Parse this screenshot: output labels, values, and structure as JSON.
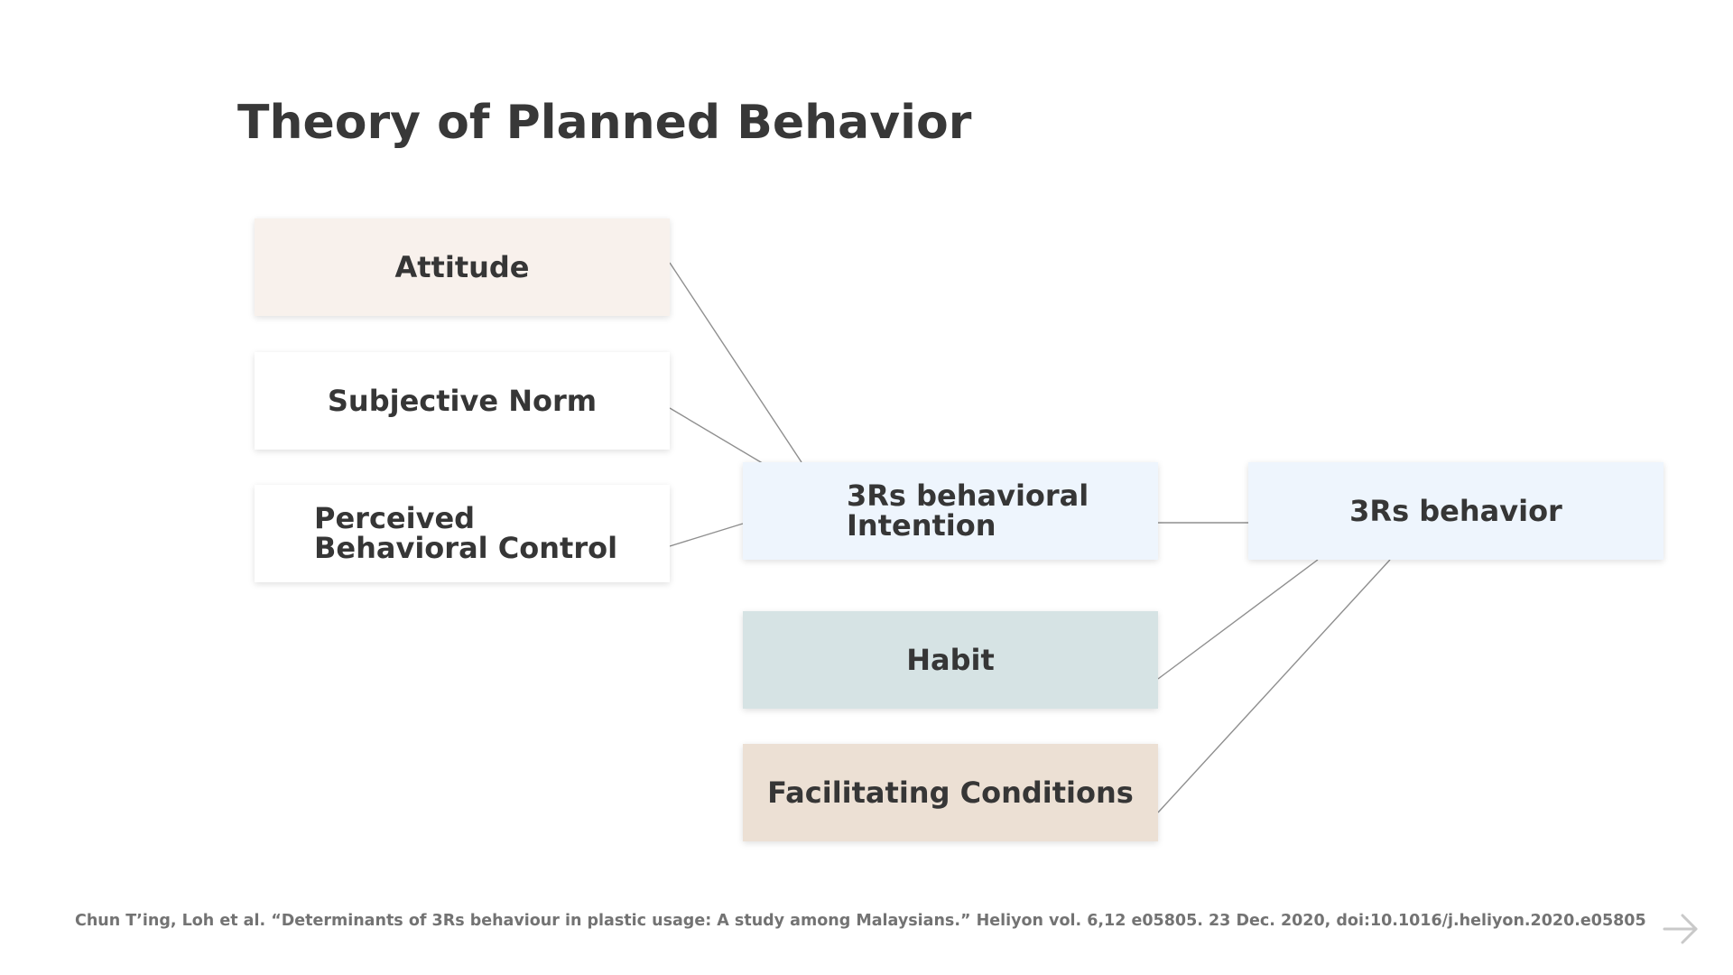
{
  "slide": {
    "title": "Theory of Planned Behavior",
    "citation": "Chun T’ing, Loh et al. “Determinants of 3Rs behaviour in plastic usage: A study among Malaysians.” Heliyon vol. 6,12 e05805. 23 Dec. 2020, doi:10.1016/j.heliyon.2020.e05805"
  },
  "diagram": {
    "nodes": {
      "attitude": "Attitude",
      "subjective_norm": "Subjective Norm",
      "perceived_behavioral_control": "Perceived Behavioral Control",
      "intention": "3Rs behavioral Intention",
      "behavior": "3Rs behavior",
      "habit": "Habit",
      "facilitating_conditions": "Facilitating Conditions"
    },
    "edges": [
      {
        "from": "attitude",
        "to": "intention"
      },
      {
        "from": "subjective_norm",
        "to": "intention"
      },
      {
        "from": "perceived_behavioral_control",
        "to": "intention"
      },
      {
        "from": "intention",
        "to": "behavior"
      },
      {
        "from": "habit",
        "to": "behavior"
      },
      {
        "from": "facilitating_conditions",
        "to": "behavior"
      }
    ],
    "colors": {
      "attitude": "#f8f1ec",
      "subjective_norm": "#ffffff",
      "perceived_behavioral_control": "#ffffff",
      "intention": "#eef5fd",
      "behavior": "#eef5fd",
      "habit": "#d6e3e4",
      "facilitating_conditions": "#ece0d4",
      "text": "#363636",
      "connector": "#8f8f8f"
    }
  },
  "navigation": {
    "next_icon": "arrow-right-icon"
  }
}
